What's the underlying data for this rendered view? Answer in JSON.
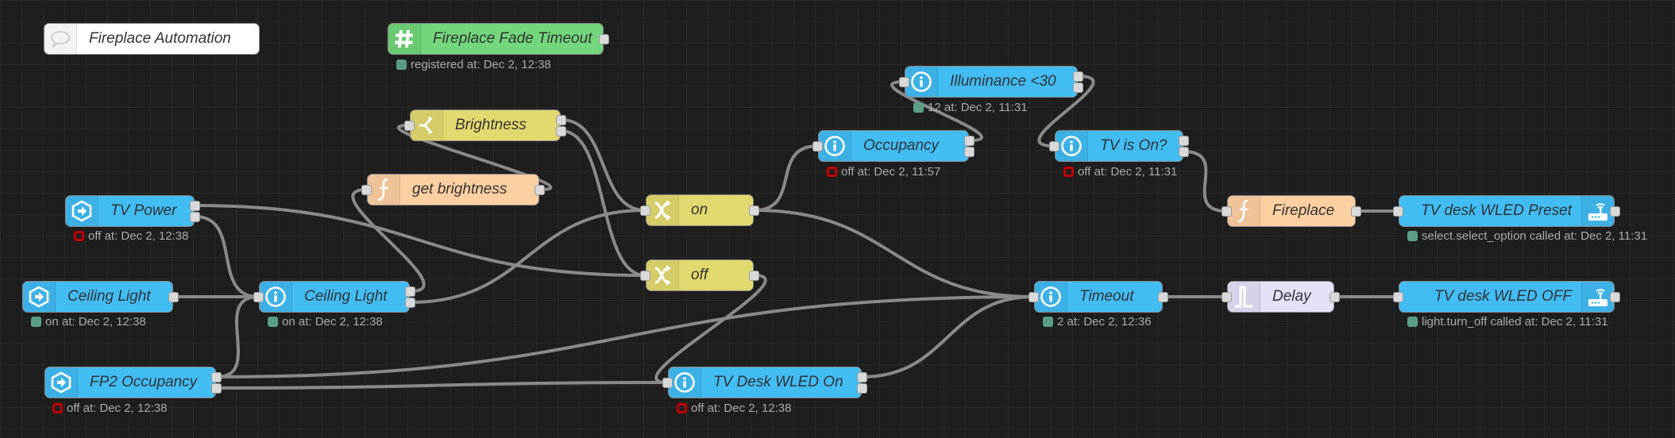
{
  "canvas": {
    "title": "Fireplace Automation",
    "colors": {
      "background": "#1e1e1e",
      "wire": "#8a8a8a",
      "ha_blue": "#41bdf4",
      "switch_yellow": "#e2d96e",
      "function_orange": "#fdd0a2",
      "entity_green": "#72d67a",
      "delay_lilac": "#e6e0f8",
      "status_ok": "#5a9e84",
      "status_off": "#c00000"
    }
  },
  "nodes": {
    "comment": {
      "label": "Fireplace Automation",
      "icon": "comment-icon"
    },
    "fade_timeout": {
      "label": "Fireplace Fade Timeout",
      "icon": "hash-icon",
      "status": "registered at: Dec 2, 12:38",
      "status_state": "ok"
    },
    "brightness": {
      "label": "Brightness",
      "icon": "switch-icon"
    },
    "get_brightness": {
      "label": "get brightness",
      "icon": "function-icon"
    },
    "tv_power": {
      "label": "TV Power",
      "icon": "trigger-state-icon",
      "status": "off at: Dec 2, 12:38",
      "status_state": "off"
    },
    "ceiling_light_in": {
      "label": "Ceiling Light",
      "icon": "trigger-state-icon",
      "status": "on at: Dec 2, 12:38",
      "status_state": "ok"
    },
    "ceiling_light_state": {
      "label": "Ceiling Light",
      "icon": "current-state-icon",
      "status": "on at: Dec 2, 12:38",
      "status_state": "ok"
    },
    "fp2_occupancy": {
      "label": "FP2 Occupancy",
      "icon": "trigger-state-icon",
      "status": "off at: Dec 2, 12:38",
      "status_state": "off"
    },
    "on": {
      "label": "on",
      "icon": "change-icon"
    },
    "off": {
      "label": "off",
      "icon": "change-icon"
    },
    "occupancy": {
      "label": "Occupancy",
      "icon": "current-state-icon",
      "status": "off at: Dec 2, 11:57",
      "status_state": "off"
    },
    "illuminance": {
      "label": "Illuminance <30",
      "icon": "current-state-icon",
      "status": "12 at: Dec 2, 11:31",
      "status_state": "ok"
    },
    "tv_is_on": {
      "label": "TV is On?",
      "icon": "current-state-icon",
      "status": "off at: Dec 2, 11:31",
      "status_state": "off"
    },
    "fireplace": {
      "label": "Fireplace",
      "icon": "function-icon"
    },
    "wled_preset": {
      "label": "TV desk WLED Preset",
      "icon": "router-icon",
      "status": "select.select_option called at: Dec 2, 11:31",
      "status_state": "ok"
    },
    "timeout": {
      "label": "Timeout",
      "icon": "current-state-icon",
      "status": "2 at: Dec 2, 12:36",
      "status_state": "ok"
    },
    "delay": {
      "label": "Delay",
      "icon": "delay-icon"
    },
    "wled_off": {
      "label": "TV desk WLED OFF",
      "icon": "router-icon",
      "status": "light.turn_off called at: Dec 2, 11:31",
      "status_state": "ok"
    },
    "wled_on": {
      "label": "TV Desk WLED On",
      "icon": "current-state-icon",
      "status": "off at: Dec 2, 12:38",
      "status_state": "off"
    }
  },
  "wires": [
    {
      "from": "tv_power",
      "out": 0,
      "to": "off"
    },
    {
      "from": "tv_power",
      "out": 1,
      "to": "ceiling_light_state"
    },
    {
      "from": "ceiling_light_in",
      "out": 0,
      "to": "ceiling_light_state"
    },
    {
      "from": "fp2_occupancy",
      "out": 0,
      "to": "ceiling_light_state"
    },
    {
      "from": "fp2_occupancy",
      "out": 0,
      "to": "timeout"
    },
    {
      "from": "fp2_occupancy",
      "out": 1,
      "to": "wled_on"
    },
    {
      "from": "ceiling_light_state",
      "out": 0,
      "to": "get_brightness"
    },
    {
      "from": "ceiling_light_state",
      "out": 1,
      "to": "on"
    },
    {
      "from": "get_brightness",
      "out": 0,
      "to": "brightness"
    },
    {
      "from": "brightness",
      "out": 0,
      "to": "on"
    },
    {
      "from": "brightness",
      "out": 1,
      "to": "off"
    },
    {
      "from": "on",
      "out": 0,
      "to": "occupancy"
    },
    {
      "from": "on",
      "out": 0,
      "to": "timeout"
    },
    {
      "from": "off",
      "out": 0,
      "to": "wled_on"
    },
    {
      "from": "wled_on",
      "out": 0,
      "to": "timeout"
    },
    {
      "from": "occupancy",
      "out": 0,
      "to": "illuminance"
    },
    {
      "from": "illuminance",
      "out": 0,
      "to": "tv_is_on"
    },
    {
      "from": "tv_is_on",
      "out": 1,
      "to": "fireplace"
    },
    {
      "from": "fireplace",
      "out": 0,
      "to": "wled_preset"
    },
    {
      "from": "timeout",
      "out": 0,
      "to": "delay"
    },
    {
      "from": "delay",
      "out": 0,
      "to": "wled_off"
    }
  ]
}
